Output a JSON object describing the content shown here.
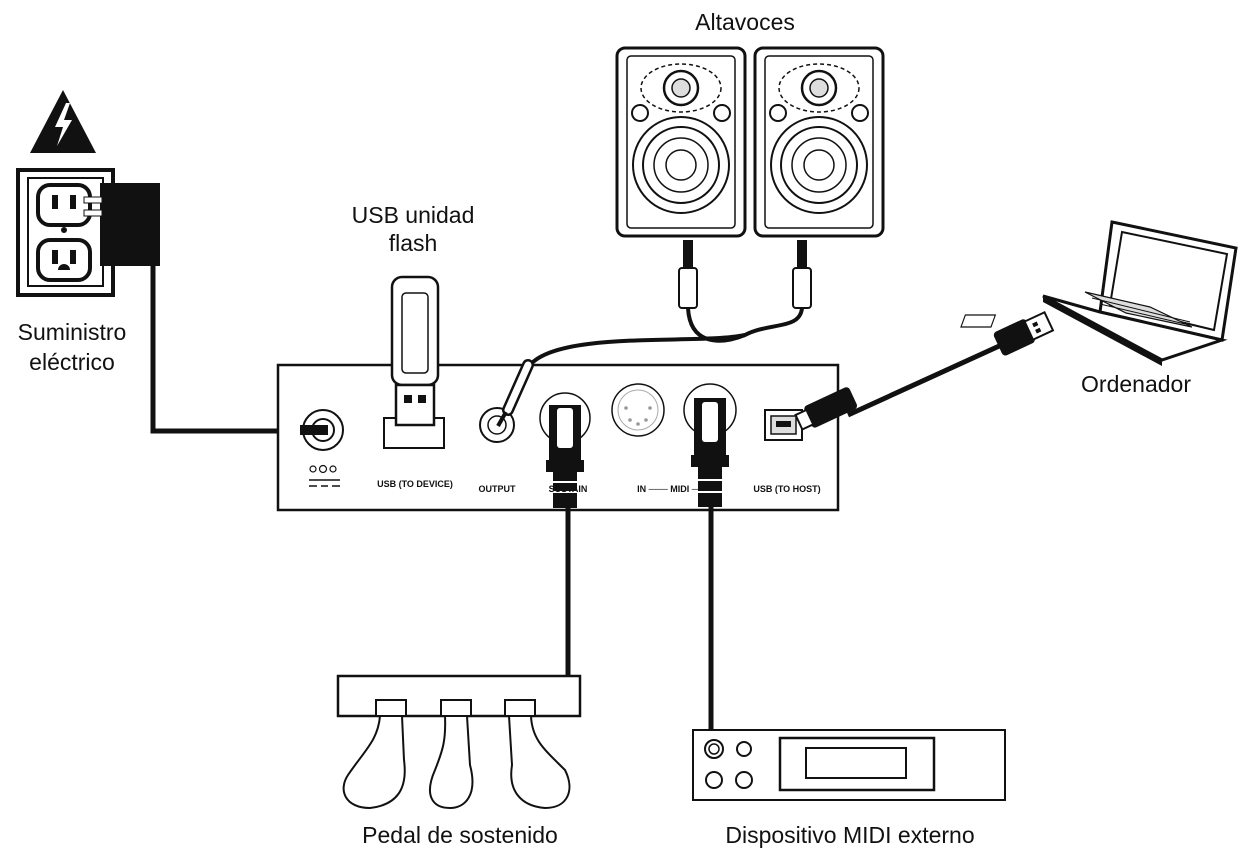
{
  "labels": {
    "speakers": "Altavoces",
    "usb_flash_line1": "USB unidad",
    "usb_flash_line2": "flash",
    "power_line1": "Suministro",
    "power_line2": "eléctrico",
    "computer": "Ordenador",
    "pedal": "Pedal de sostenido",
    "midi_device": "Dispositivo MIDI externo"
  },
  "panel_ports": {
    "usb_to_device": "USB (TO DEVICE)",
    "output": "OUTPUT",
    "sustain": "SUSTAIN",
    "midi": "IN ─── MIDI ───",
    "usb_to_host": "USB (TO HOST)"
  },
  "colors": {
    "stroke": "#111111",
    "fill": "#ffffff",
    "light": "#dddddd"
  }
}
